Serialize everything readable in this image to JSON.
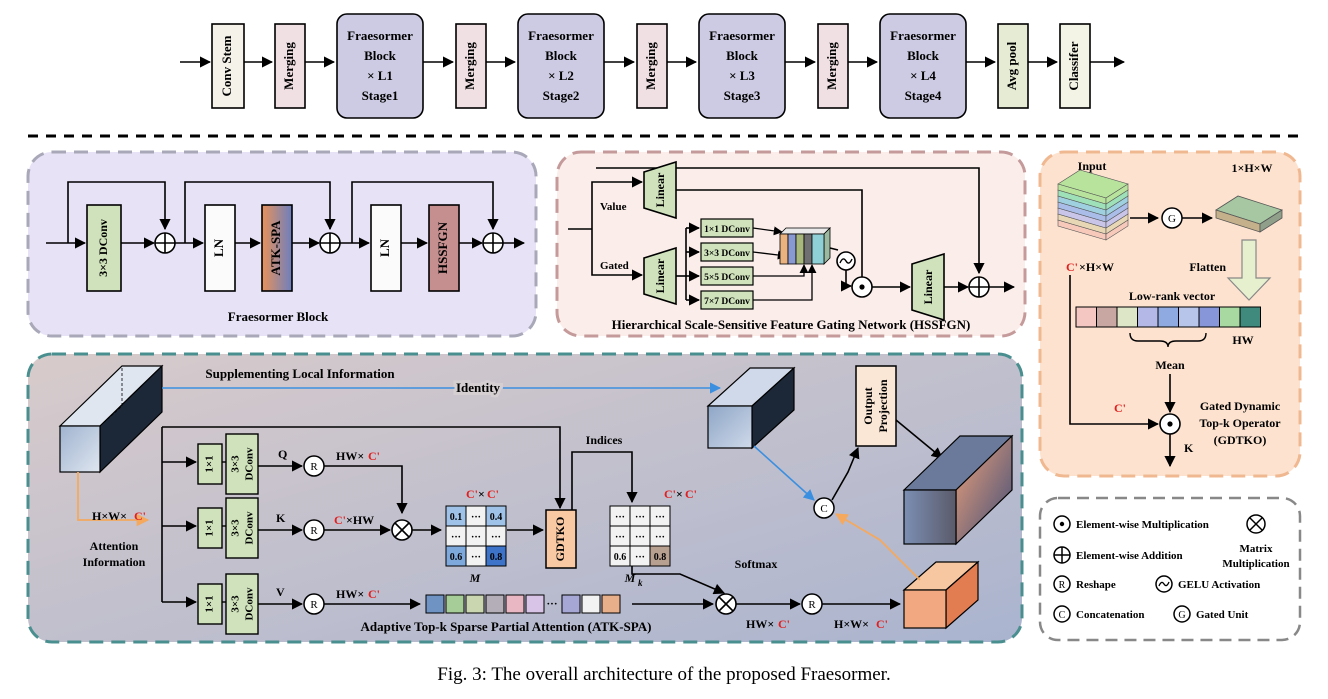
{
  "top": {
    "conv_stem": "Conv Stem",
    "merging": "Merging",
    "block_title": "Fraesormer",
    "block_word": "Block",
    "stages": [
      {
        "repeat": "× L1",
        "stage": "Stage1"
      },
      {
        "repeat": "× L2",
        "stage": "Stage2"
      },
      {
        "repeat": "× L3",
        "stage": "Stage3"
      },
      {
        "repeat": "× L4",
        "stage": "Stage4"
      }
    ],
    "avg_pool": "Avg pool",
    "classifier": "Classifer"
  },
  "block": {
    "dconv": "3×3 DConv",
    "ln": "LN",
    "atk": "ATK-SPA",
    "hssfgn": "HSSFGN",
    "caption": "Fraesormer Block"
  },
  "hssfgn": {
    "value": "Value",
    "gated": "Gated",
    "linear": "Linear",
    "convs": [
      "1×1 DConv",
      "3×3 DConv",
      "5×5 DConv",
      "7×7 DConv"
    ],
    "caption": "Hierarchical Scale-Sensitive Feature Gating Network (HSSFGN)"
  },
  "gdtko": {
    "input": "Input",
    "shape": "1×H×W",
    "cprime": "C'",
    "chw": "×H×W",
    "gate": "G",
    "flatten": "Flatten",
    "lowrank": "Low-rank vector",
    "hw": "HW",
    "mean": "Mean",
    "k": "K",
    "title": [
      "Gated Dynamic",
      "Top-k Operator",
      "(GDTKO)"
    ],
    "palette": [
      "#f4c7c3",
      "#c8a6a2",
      "#dde6c7",
      "#b3b8e6",
      "#8faae0",
      "#b7c5ea",
      "#8696d8",
      "#a8d9a0",
      "#3f8a7c"
    ]
  },
  "atk": {
    "supp": "Supplementing Local Information",
    "identity": "Identity",
    "one": "1×1",
    "three": "3×3",
    "dconv": "DConv",
    "q": "Q",
    "k": "K",
    "v": "V",
    "r": "R",
    "hw": "HW×",
    "cprime": "C'",
    "xhw": "×HW",
    "times": "×",
    "hwc": "H×W×",
    "attn": [
      "Attention",
      "Information"
    ],
    "matrix_m": [
      "0.1",
      "···",
      "0.4",
      "···",
      "···",
      "···",
      "0.6",
      "···",
      "0.8"
    ],
    "matrix_mk": [
      "···",
      "···",
      "···",
      "···",
      "···",
      "···",
      "0.6",
      "···",
      "0.8"
    ],
    "m": "M",
    "mk": "M",
    "mk_sub": "k",
    "indices": "Indices",
    "gdtko": "GDTKO",
    "softmax": "Softmax",
    "out_proj": [
      "Output",
      "Projection"
    ],
    "concat": "C",
    "dots": "···",
    "caption": "Adaptive Top-k Sparse Partial Attention (ATK-SPA)",
    "vpalette": [
      "#6f94c4",
      "#a6cc98",
      "#c9d6b0",
      "#b4aeb8",
      "#e9b7c4",
      "#d8c4e6",
      "#a7a7d6",
      "#f2f2f2",
      "#e8b08a",
      "#f0a8a0"
    ]
  },
  "legend": {
    "emul": "Element-wise Multiplication",
    "eadd": "Element-wise Addition",
    "mmul": [
      "Matrix",
      "Multiplication"
    ],
    "reshape": "Reshape",
    "gelu": "GELU Activation",
    "concat": "Concatenation",
    "gated": "Gated Unit",
    "r": "R",
    "c": "C",
    "g": "G"
  },
  "caption": "Fig. 3: The overall architecture of the proposed Fraesormer."
}
